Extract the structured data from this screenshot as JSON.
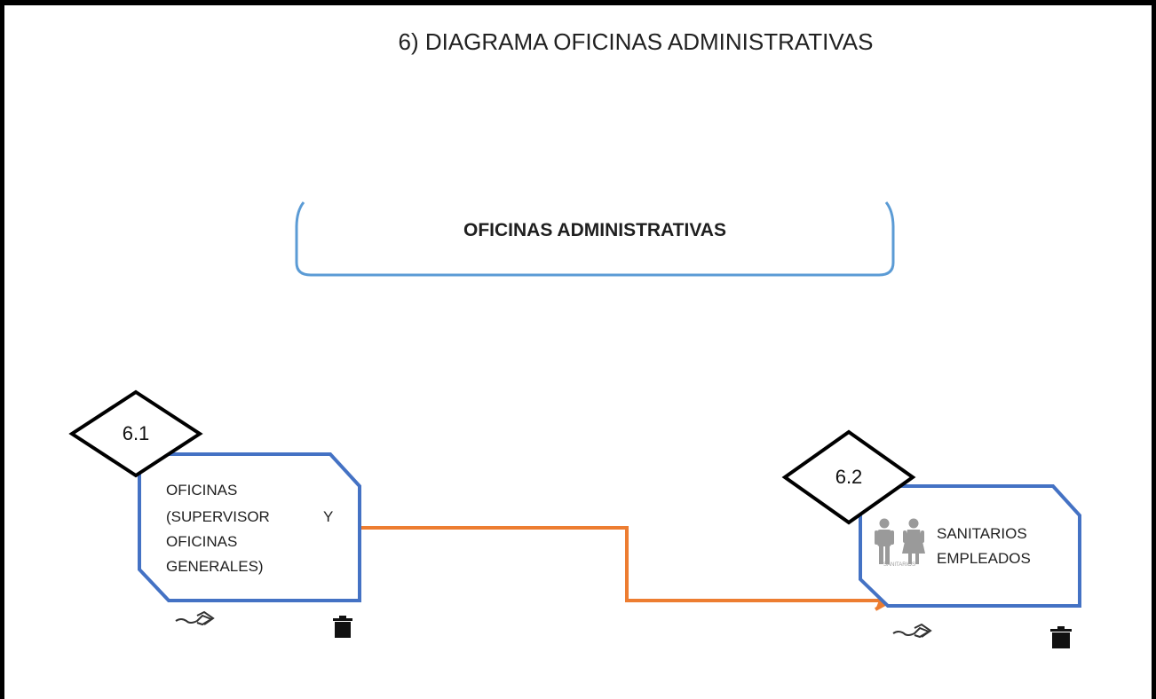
{
  "title": "6)  DIAGRAMA OFICINAS ADMINISTRATIVAS",
  "main_box": {
    "label": "OFICINAS ADMINISTRATIVAS"
  },
  "nodes": [
    {
      "badge": "6.1",
      "lines": [
        "OFICINAS",
        "(SUPERVISOR",
        "Y",
        "OFICINAS",
        "GENERALES)"
      ]
    },
    {
      "badge": "6.2",
      "lines": [
        "SANITARIOS",
        "EMPLEADOS"
      ],
      "icon_caption": "SANITARIOS"
    }
  ],
  "connector_color": "#ED7D31",
  "box_border_color": "#4472C4",
  "main_box_border_color": "#5B9BD5",
  "icons": {
    "node_action_1": "hand-pointer-icon",
    "node_delete_1": "trash-icon",
    "node_action_2": "hand-pointer-icon",
    "node_delete_2": "trash-icon",
    "restroom": "restroom-icon"
  }
}
